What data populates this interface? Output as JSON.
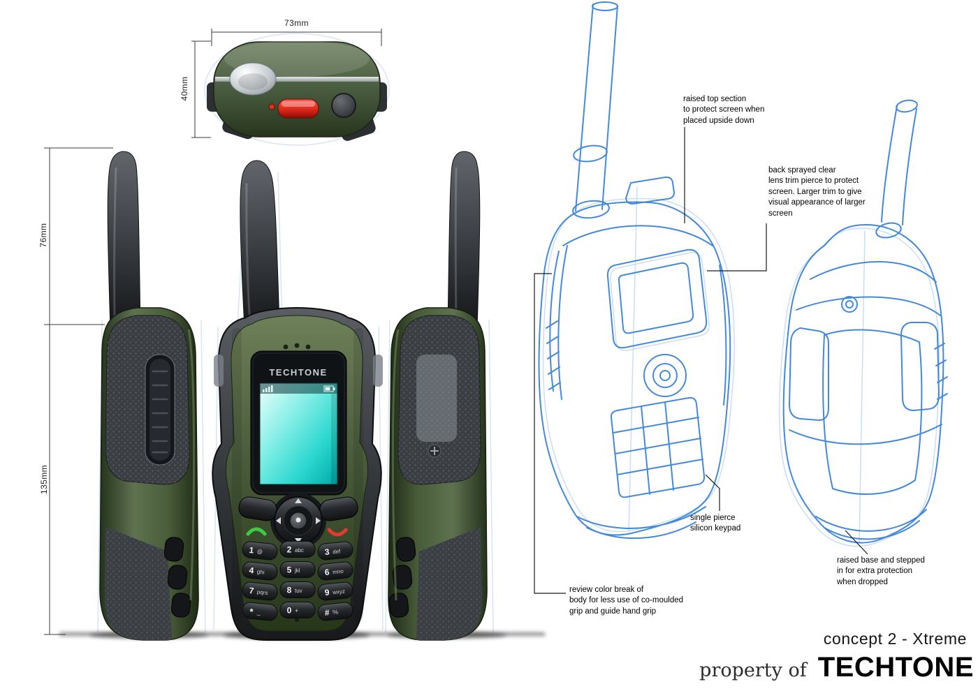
{
  "titles": {
    "concept": "concept 2 - Xtreme",
    "property_prefix": "property of",
    "brand": "TECHTONE"
  },
  "dimensions": {
    "top_width": "73mm",
    "top_depth": "40mm",
    "antenna_height": "76mm",
    "body_height": "135mm"
  },
  "device": {
    "screen_brand": "TECHTONE",
    "keys": [
      {
        "main": "1",
        "sub": "@"
      },
      {
        "main": "2",
        "sub": "abc"
      },
      {
        "main": "3",
        "sub": "def"
      },
      {
        "main": "4",
        "sub": "ghi"
      },
      {
        "main": "5",
        "sub": "jkl"
      },
      {
        "main": "6",
        "sub": "mno"
      },
      {
        "main": "7",
        "sub": "pqrs"
      },
      {
        "main": "8",
        "sub": "tuv"
      },
      {
        "main": "9",
        "sub": "wxyz"
      },
      {
        "main": "*",
        "sub": "_"
      },
      {
        "main": "0",
        "sub": "+"
      },
      {
        "main": "#",
        "sub": "%"
      }
    ]
  },
  "annotations": {
    "raised_top": "raised top section\nto protect screen when\nplaced upside down",
    "lens_trim": "back sprayed clear\nlens trim pierce to protect\nscreen. Larger trim to give\nvisual appearance of larger\nscreen",
    "keypad": "single pierce\nsilicon keypad",
    "raised_base": "raised base and stepped\nin for extra protection\nwhen dropped",
    "color_break": "review color break of\nbody for less use of co-moulded\ngrip and guide hand grip"
  },
  "colors": {
    "body_green": "#46583c",
    "accent_red": "#cf2318",
    "screen_cyan": "#4ee6dc",
    "sketch_blue": "#2e7cd9"
  }
}
